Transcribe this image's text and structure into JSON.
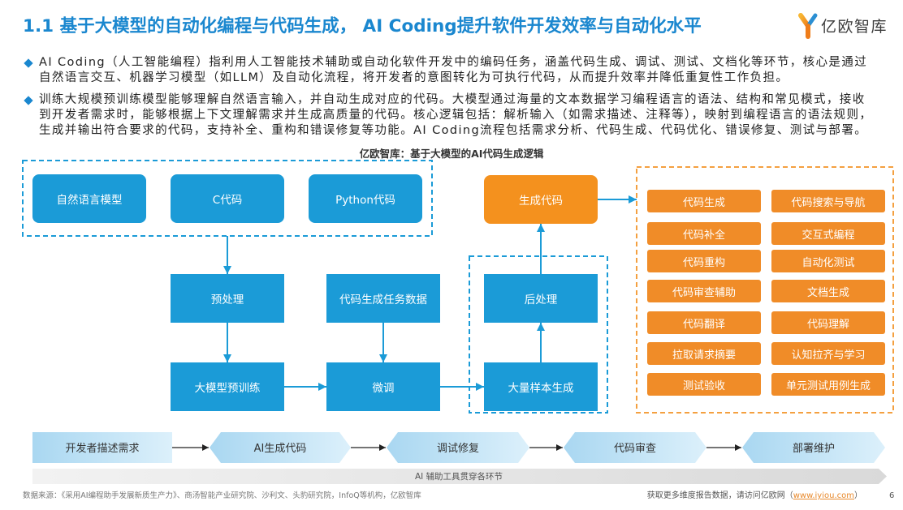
{
  "header": {
    "title": "1.1 基于大模型的自动化编程与代码生成， AI Coding提升软件开发效率与自动化水平",
    "logo_text": "亿欧智库",
    "logo_icon": "yiou-logo-icon"
  },
  "bullets": [
    {
      "icon": "diamond-bullet-icon",
      "lines": [
        "AI Coding（人工智能编程）指利用人工智能技术辅助或自动化软件开发中的编码任务，涵盖代码生成、调试、测试、文档化等环节，核心是通过",
        "自然语言交互、机器学习模型（如LLM）及自动化流程，将开发者的意图转化为可执行代码，从而提升效率并降低重复性工作负担。"
      ]
    },
    {
      "icon": "diamond-bullet-icon",
      "lines": [
        "训练大规模预训练模型能够理解自然语言输入，并自动生成对应的代码。大模型通过海量的文本数据学习编程语言的语法、结构和常见模式，接收",
        "到开发者需求时，能够根据上下文理解需求并生成高质量的代码。核心逻辑包括：解析输入（如需求描述、注释等），映射到编程语言的语法规则，",
        "生成并输出符合要求的代码，支持补全、重构和错误修复等功能。AI Coding流程包括需求分析、代码生成、代码优化、错误修复、测试与部署。"
      ]
    }
  ],
  "diagram": {
    "title": "亿欧智库：基于大模型的AI代码生成逻辑",
    "inputs": [
      "自然语言模型",
      "C代码",
      "Python代码"
    ],
    "preprocess": "预处理",
    "pretrain": "大模型预训练",
    "task_data": "代码生成任务数据",
    "finetune": "微调",
    "postprocess": "后处理",
    "sample_gen": "大量样本生成",
    "output": "生成代码",
    "capabilities": [
      [
        "代码生成",
        "代码搜索与导航"
      ],
      [
        "代码补全",
        "交互式编程"
      ],
      [
        "代码重构",
        "自动化测试"
      ],
      [
        "代码审查辅助",
        "文档生成"
      ],
      [
        "代码翻译",
        "代码理解"
      ],
      [
        "拉取请求摘要",
        "认知拉齐与学习"
      ],
      [
        "测试验收",
        "单元测试用例生成"
      ]
    ]
  },
  "process_flow": {
    "steps": [
      "开发者描述需求",
      "AI生成代码",
      "调试修复",
      "代码审查",
      "部署维护"
    ],
    "bar_label": "AI 辅助工具贯穿各环节"
  },
  "footer": {
    "source": "数据来源：《采用AI编程助手发展新质生产力》、商汤智能产业研究院、沙利文、头豹研究院，InfoQ等机构，亿欧智库",
    "cta_prefix": "获取更多维度报告数据，请访问亿欧网（",
    "cta_link": "www.iyiou.com",
    "cta_suffix": "）",
    "page_number": "6"
  },
  "colors": {
    "title_blue": "#1a87cf",
    "box_blue": "#1b9bd7",
    "box_orange": "#f4911e",
    "tag_orange": "#f08c28",
    "link_orange": "#e8892b"
  }
}
